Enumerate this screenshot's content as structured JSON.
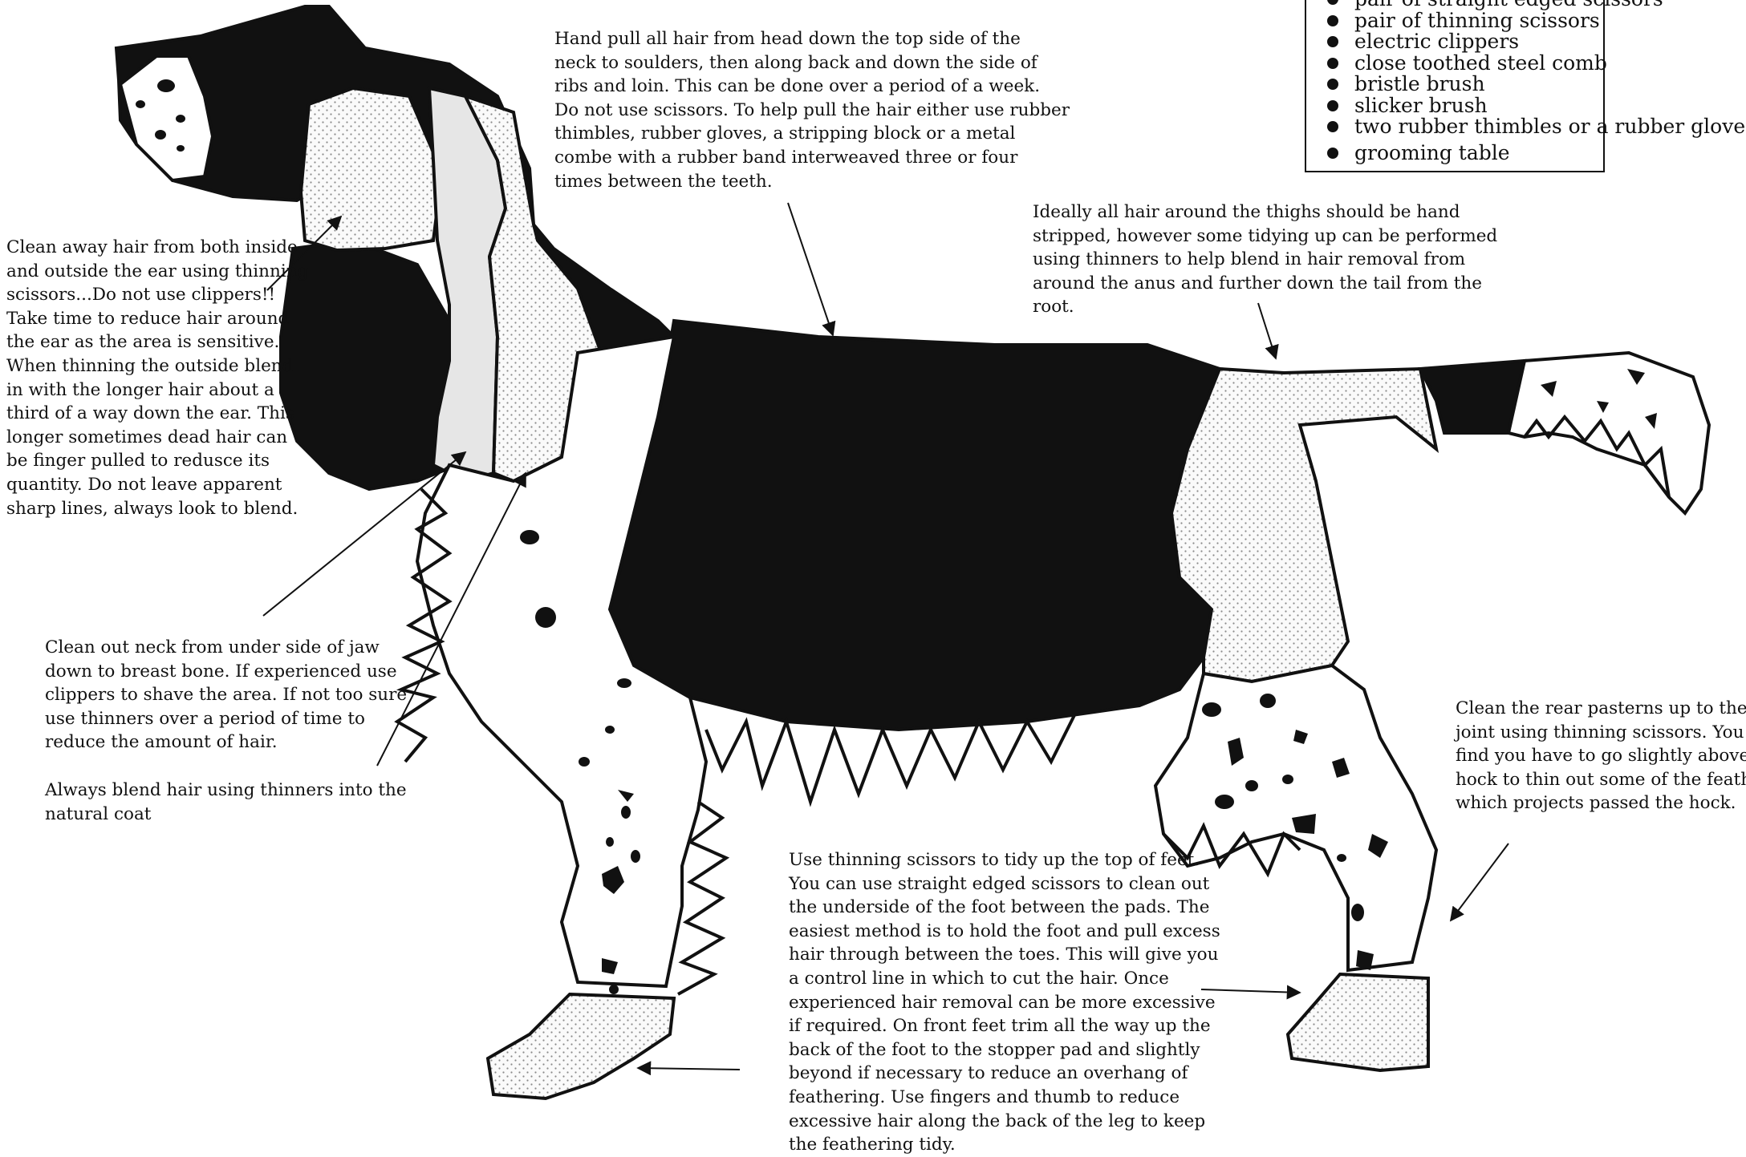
{
  "tools": {
    "items": [
      "pair of straight edged scissors",
      "pair of thinning scissors",
      "electric clippers",
      "close toothed steel comb",
      "bristle brush",
      "slicker brush",
      "two rubber thimbles or a rubber glove",
      "grooming table"
    ]
  },
  "notes": {
    "back": [
      "Hand pull all hair from head down the top side of the",
      "neck to soulders, then along back and down the side of",
      "ribs and loin. This can be done over a period of a week.",
      "Do not use scissors. To help pull the hair either use rubber",
      "thimbles, rubber gloves, a stripping block or a metal",
      "combe with a rubber band interweaved three or four",
      "times between the teeth."
    ],
    "thighs": [
      "Ideally all hair around the thighs should be hand",
      "stripped, however some tidying up can be performed",
      "using thinners to help blend in hair removal from",
      "around the anus and further down the tail from the",
      "root."
    ],
    "ear": [
      "Clean away hair from both inside",
      "and outside the ear using thinning",
      "scissors...Do not use clippers!!",
      "Take time to reduce hair around",
      "the ear as the area is sensitive.",
      "When thinning the outside blend",
      "in with the longer hair about a",
      "third of a way down the ear. This",
      "longer sometimes dead hair can",
      "be finger pulled to redusce its",
      "quantity. Do not leave apparent",
      "sharp lines, always look to blend."
    ],
    "neck": [
      "Clean out neck from under side of jaw",
      "down to breast bone. If experienced use",
      "clippers to shave the area. If not too sure",
      "use thinners over a period of time to",
      "reduce the amount of hair."
    ],
    "blend": [
      "Always blend hair using thinners into the",
      "natural coat"
    ],
    "pasterns": [
      "Clean the rear pasterns up to the hock",
      "joint using thinning scissors. You may",
      "find you have to go slightly above the",
      "hock to thin out some of the feathering",
      "which projects passed the hock."
    ],
    "feet": [
      "Use thinning scissors to tidy up the top of feet.",
      "You can use straight edged scissors to clean out",
      "the underside of the foot between the pads. The",
      "easiest method is to hold the foot and pull excess",
      "hair through between the toes. This will give you",
      "a control line in which to cut the hair. Once",
      "experienced hair removal can be more excessive",
      "if required. On front feet trim all the way up the",
      "back of the foot to the stopper pad and slightly",
      "beyond if necessary to reduce an overhang of",
      "feathering. Use fingers and thumb to reduce",
      "excessive hair along the back of the leg to keep",
      "the feathering tidy."
    ]
  },
  "colors": {
    "ink": "#111111",
    "dots": "#888888",
    "stippled_fill": "#f4f4f4",
    "ear_inner": "#e6e6e6",
    "paper": "#ffffff"
  }
}
